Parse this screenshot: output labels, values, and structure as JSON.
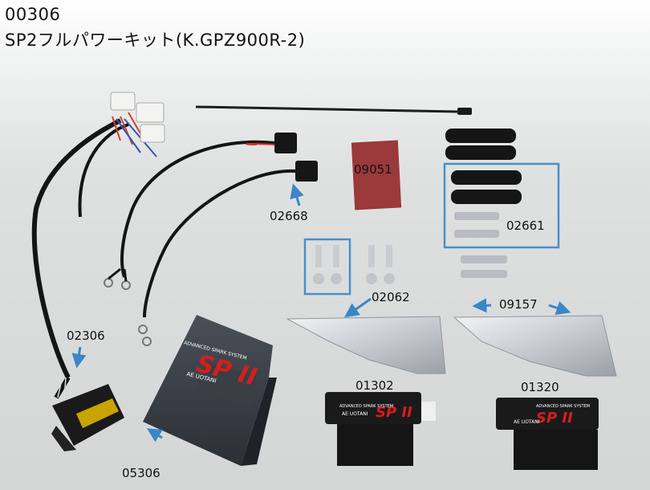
{
  "header": {
    "part_number": "00306",
    "title": "SP2フルパワーキット(K.GPZ900R-2)"
  },
  "part_labels": {
    "harness_main": "02306",
    "sub_harness": "02668",
    "pad": "09051",
    "caps_boxed": "02661",
    "bolts_boxed": "02062",
    "bracket_right": "09157",
    "coil_left": "01302",
    "coil_right": "01320",
    "cdi_unit": "05306"
  },
  "product_print": {
    "brand_big": "SP II",
    "system_text": "ADVANCED SPARK SYSTEM",
    "maker_text": "AE UOTANI"
  },
  "colors": {
    "background": "#dcdedd",
    "callout_arrow": "#3a86c8",
    "highlight_box": "#4a90c8",
    "logo_red": "#d41e1e"
  }
}
